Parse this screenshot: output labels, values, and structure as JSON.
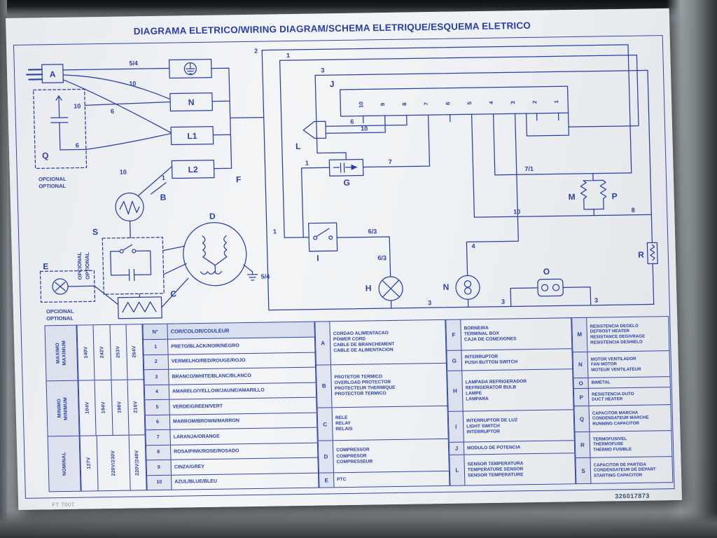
{
  "title": "DIAGRAMA ELETRICO/WIRING DIAGRAM/SCHEMA ELETRIQUE/ESQUEMA ELETRICO",
  "footer": {
    "left_code": "FT 7007",
    "part_number": "326017873"
  },
  "diagram": {
    "components": {
      "a": "A",
      "b": "B",
      "c": "C",
      "d": "D",
      "e": "E",
      "f": "F",
      "g": "G",
      "h": "H",
      "i": "I",
      "j": "J",
      "l": "L",
      "m": "M",
      "n": "N",
      "o": "O",
      "p": "P",
      "q": "Q",
      "r": "R",
      "s": "S"
    },
    "terminals": {
      "n": "N",
      "l1": "L1",
      "l2": "L2"
    },
    "optional": {
      "pt": "OPCIONAL",
      "en": "OPTIONAL"
    },
    "wires": {
      "w1": "1",
      "w2": "2",
      "w3": "3",
      "w4": "4",
      "w6": "6",
      "w7": "7",
      "w8": "8",
      "w10": "10",
      "w54": "5/4",
      "w63": "6/3",
      "w71": "7/1"
    },
    "j_pins": [
      "10",
      "9",
      "8",
      "7",
      "6",
      "5",
      "4",
      "3",
      "2",
      "1"
    ]
  },
  "voltage_table": {
    "rows": [
      {
        "label_pt": "MAXIMO",
        "label_en": "MAXIMUM",
        "v1": "140V",
        "v2": "242V",
        "v3": "253V",
        "v4": "264V"
      },
      {
        "label_pt": "MINIMO",
        "label_en": "MINIMUM",
        "v1": "104V",
        "v2": "194V",
        "v3": "198V",
        "v4": "216V"
      },
      {
        "label_pt": "NOMINAL",
        "label_en": "",
        "v1": "127V",
        "v2": "220V/230V",
        "v4": "220V/240V"
      }
    ]
  },
  "color_table": {
    "header_num": "N°",
    "header_color": "COR/COLOR/COULEUR",
    "rows": [
      {
        "num": "1",
        "name": "PRETO/BLACK/NOIR/NEGRO"
      },
      {
        "num": "2",
        "name": "VERMELHO/RED/ROUGE/ROJO"
      },
      {
        "num": "3",
        "name": "BRANCO/WHITE/BLANC/BLANCO"
      },
      {
        "num": "4",
        "name": "AMARELO/YELLOW/JAUNE/AMARILLO"
      },
      {
        "num": "5",
        "name": "VERDE/GREEN/VERT"
      },
      {
        "num": "6",
        "name": "MARROM/BROWN/MARRON"
      },
      {
        "num": "7",
        "name": "LARANJA/ORANGE"
      },
      {
        "num": "8",
        "name": "ROSA/PINK/ROSE/ROSADO"
      },
      {
        "num": "9",
        "name": "CINZA/GREY"
      },
      {
        "num": "10",
        "name": "AZUL/BLUE/BLEU"
      }
    ]
  },
  "legend_ae": [
    {
      "key": "A",
      "lines": [
        "CORDAO ALIMENTACAO",
        "POWER CORD",
        "CABLE DE BRANCHEMENT",
        "CABLE DE ALIMENTACION"
      ]
    },
    {
      "key": "B",
      "lines": [
        "PROTETOR TERMICO",
        "OVERLOAD PROTECTOR",
        "PROTECTEUR THERMIQUE",
        "PROTECTOR TERMICO"
      ]
    },
    {
      "key": "C",
      "lines": [
        "RELE",
        "RELAY",
        "RELAIS"
      ]
    },
    {
      "key": "D",
      "lines": [
        "COMPRESSOR",
        "COMPRESOR",
        "COMPRESSEUR"
      ]
    },
    {
      "key": "E",
      "lines": [
        "PTC"
      ]
    }
  ],
  "legend_fl": [
    {
      "key": "F",
      "lines": [
        "BORNEIRA",
        "TERMINAL BOX",
        "CAJA DE CONEXIONES"
      ]
    },
    {
      "key": "G",
      "lines": [
        "INTERRUPTOR",
        "PUSH BUTTON SWITCH"
      ]
    },
    {
      "key": "H",
      "lines": [
        "LAMPADA REFRIGERADOR",
        "REFRIGERATOR BULB",
        "LAMPE",
        "LAMPARA"
      ]
    },
    {
      "key": "I",
      "lines": [
        "INTERRUPTOR DE LUZ",
        "LIGHT SWITCH",
        "INTERRUPTOR"
      ]
    },
    {
      "key": "J",
      "lines": [
        "MODULO DE POTENCIA"
      ]
    },
    {
      "key": "L",
      "lines": [
        "SENSOR TEMPERATURA",
        "TEMPERATURE SENSOR",
        "SENSOR TEMPERATURE"
      ]
    }
  ],
  "legend_ms": [
    {
      "key": "M",
      "lines": [
        "RESISTENCIA DEGELO",
        "DEFROST HEATER",
        "RESISTANCE DEGIVRAGE",
        "RESISTENCIA DESHIELO"
      ]
    },
    {
      "key": "N",
      "lines": [
        "MOTOR VENTILADOR",
        "FAN MOTOR",
        "MOTEUR VENTILATEUR"
      ]
    },
    {
      "key": "O",
      "lines": [
        "BIMETAL"
      ]
    },
    {
      "key": "P",
      "lines": [
        "RESISTENCIA DUTO",
        "DUCT HEATER"
      ]
    },
    {
      "key": "Q",
      "lines": [
        "CAPACITOR MARCHA",
        "CONDENSATEUR MARCHE",
        "RUNNING CAPACITOR"
      ]
    },
    {
      "key": "R",
      "lines": [
        "TERMOFUSIVEL",
        "THERMOFUSE",
        "THERMO FUSIBLE"
      ]
    },
    {
      "key": "S",
      "lines": [
        "CAPACITOR DE PARTIDA",
        "CONDENSATEUR DE DEPART",
        "STARTING CAPACITOR"
      ]
    }
  ]
}
